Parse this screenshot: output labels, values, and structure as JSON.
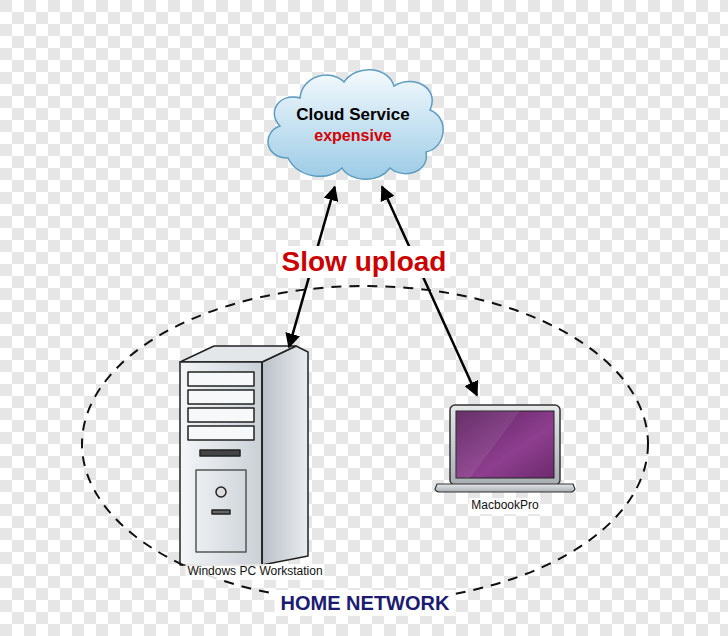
{
  "diagram": {
    "nodes": [
      {
        "text": [
          "Cloud Service",
          "expensive"
        ]
      },
      {
        "text": [
          "HOME NETWORK"
        ]
      },
      {
        "text": [
          "Windows PC Workstation"
        ],
        "in": 1
      },
      {
        "text": [
          "MacbookPro"
        ],
        "in": 1
      }
    ],
    "edges": [
      {
        "from": 0,
        "to": 2,
        "arrow": "both"
      },
      {
        "from": 0,
        "to": 3,
        "arrow": "both"
      }
    ],
    "labels": [
      "Slow upload"
    ]
  }
}
